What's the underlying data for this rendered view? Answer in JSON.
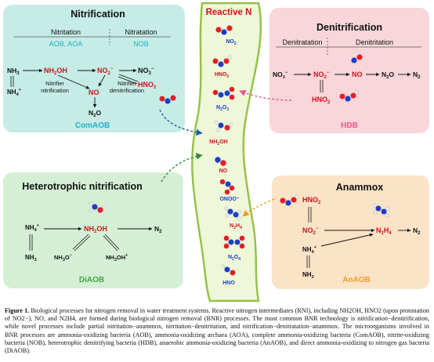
{
  "reactive_n": {
    "title": "Reactive N",
    "species": [
      "NO2",
      "HNO2",
      "N2O3",
      "NH2OH",
      "NO",
      "ONOO-",
      "N2H4",
      "N2O4",
      "HNO"
    ]
  },
  "nitrification": {
    "title": "Nitrification",
    "stage1": "Nitritation",
    "stage2": "Nitratation",
    "group1": "AOB, AOA",
    "group2": "NOB",
    "nh3": "NH3",
    "nh4": "NH4+",
    "nh2oh": "NH2OH",
    "no2": "NO2−",
    "no3": "NO3−",
    "hno2": "HNO2",
    "no": "NO",
    "n2o": "N2O",
    "nitrifier_nit": "Nitrifier nitrification",
    "nitrifier_den": "Nitrifier denitrification",
    "bottom": "ComAOB"
  },
  "denitrification": {
    "title": "Denitrification",
    "stage1": "Denitratation",
    "stage2": "Denitritation",
    "no3": "NO3−",
    "no2": "NO2−",
    "no": "NO",
    "n2o": "N2O",
    "n2": "N2",
    "hno2": "HNO2",
    "bottom": "HDB"
  },
  "heterotrophic": {
    "title": "Heterotrophic nitrification",
    "nh4": "NH4+",
    "nh3": "NH3",
    "nh2oh": "NH2OH",
    "n2": "N2",
    "nh3o": "NH3O−",
    "nh3oh": "NH3OH+",
    "bottom": "DiAOB"
  },
  "anammox": {
    "title": "Anammox",
    "hno2": "HNO2",
    "no2": "NO2−",
    "nh4": "NH4+",
    "nh3": "NH3",
    "n2h4": "N2H4",
    "n2": "N2",
    "bottom": "AnAOB"
  },
  "caption": {
    "label": "Figure 1.",
    "text": " Biological processes for nitrogen removal in water treatment systems. Reactive nitrogen intermediates (RNI), including NH2OH, HNO2 (upon protonation of NO2−), NO, and N2H4, are formed during biological nitrogen removal (BNR) processes. The most common BNR technology is nitrification−denitrification, while novel processes include partial nitritation−anammox, nitritation−denitritation, and nitrification−denitratation−anammox. The microorganisms involved in BNR processes are ammonia-oxidizing bacteria (AOB), ammonia-oxidizing archaea (AOA), complete ammonia-oxidizing bacteria (ComAOB), nitrite-oxidizing bacteria (NOB), heterotrophic denitrifying bacteria (HDB), anaerobic ammonia-oxidizing bacteria (AnAOB), and direct ammonia-oxidizing to nitrogen gas bacteria (DiAOB)."
  },
  "colors": {
    "nitrification_bg": "#c6ece6",
    "denitrification_bg": "#f8d6d9",
    "heterotrophic_bg": "#d5efd4",
    "anammox_bg": "#fbe3c7",
    "river_fill": "#eef7d8",
    "river_edge": "#96c24a",
    "red": "#d0101a",
    "teal": "#1ab3c8",
    "pink": "#e8578d",
    "green": "#3da747",
    "orange": "#ef9b2b"
  }
}
